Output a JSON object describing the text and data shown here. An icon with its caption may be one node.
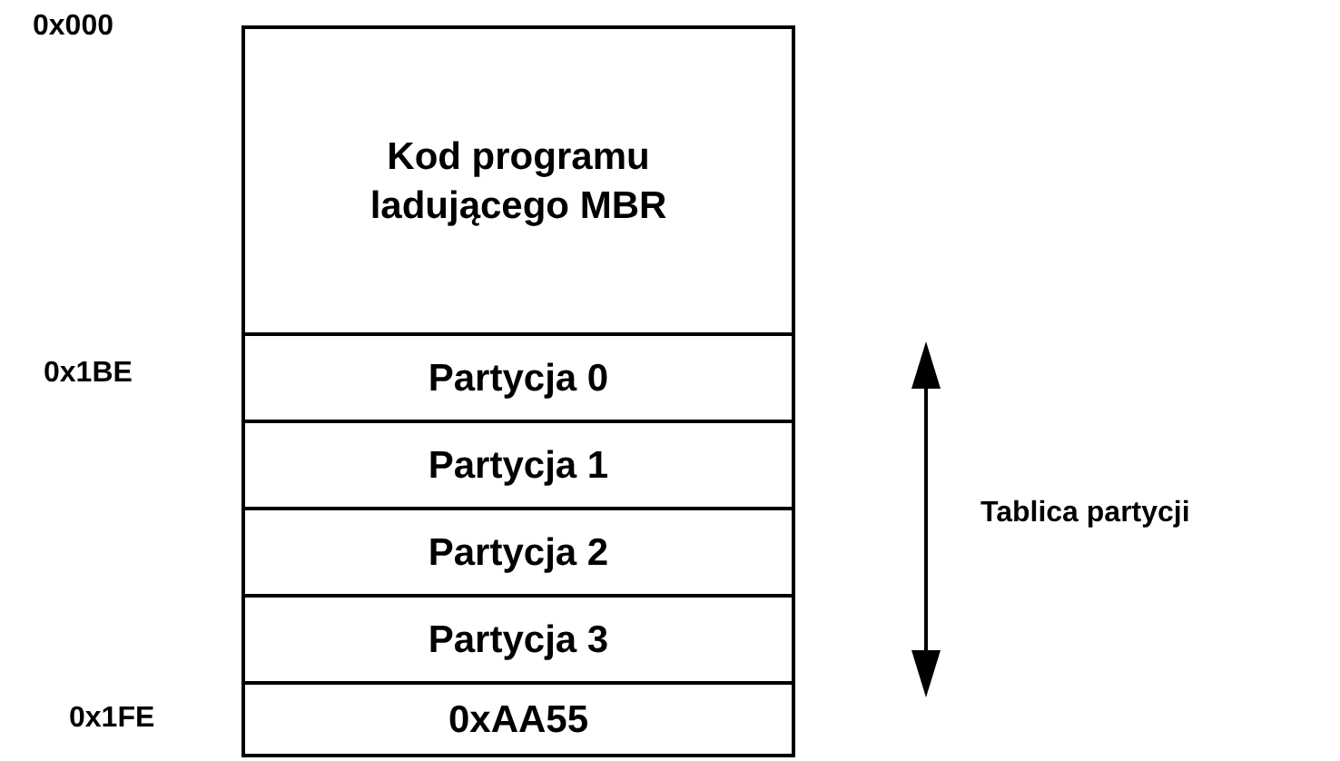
{
  "diagram": {
    "nodes": [
      {
        "text": [
          "Kod programu ladującego MBR"
        ]
      },
      {
        "text": [
          "Partycja 0"
        ]
      },
      {
        "text": [
          "Partycja 1"
        ]
      },
      {
        "text": [
          "Partycja 2"
        ]
      },
      {
        "text": [
          "Partycja 3"
        ]
      },
      {
        "text": [
          "0xAA55"
        ]
      }
    ],
    "edges": [],
    "labels": [
      "0x000",
      "0x1BE",
      "0x1FE",
      "Tablica partycji"
    ]
  }
}
